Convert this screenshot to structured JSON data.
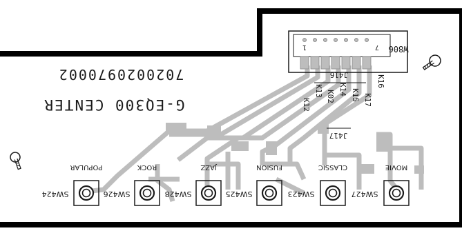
{
  "board": {
    "label_line1": "7020020970002",
    "label_line2": "G-EQ300 CENTER"
  },
  "connector": {
    "ref": "W806",
    "pin_first": "1",
    "pin_last": "7",
    "net_labels": [
      "K12",
      "K13",
      "K02",
      "K14",
      "K15",
      "K17",
      "K16"
    ],
    "ref_under": "J416",
    "ref_aux": "J417"
  },
  "buttons": [
    {
      "label": "POPULAR",
      "ref": "SW424"
    },
    {
      "label": "ROCK",
      "ref": "SW426"
    },
    {
      "label": "JAZZ",
      "ref": "SW428"
    },
    {
      "label": "FUSION",
      "ref": "SW425"
    },
    {
      "label": "CLASSIC",
      "ref": "SW423"
    },
    {
      "label": "MOVIE",
      "ref": "SW427"
    }
  ],
  "colors": {
    "background": "#ffffff",
    "trace": "#c8c8c8",
    "trace_outline": "#9a9a9a",
    "edge": "#000000",
    "silkscreen": "#1a1a1a"
  },
  "icons": [
    "screw-hole-icon",
    "screw-hole-icon"
  ]
}
